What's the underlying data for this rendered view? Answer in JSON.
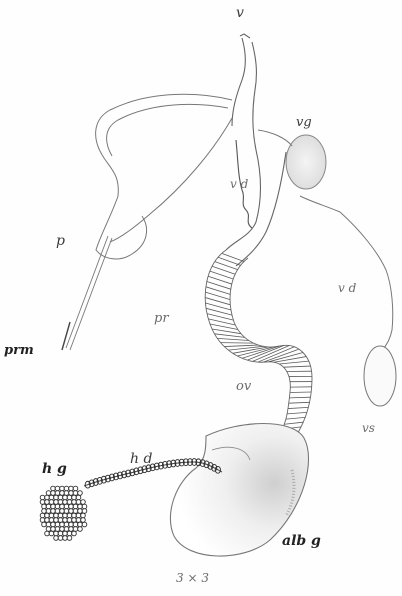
{
  "figure": {
    "labels": {
      "v": "v",
      "vg": "vg",
      "vd_upper": "v d",
      "p": "p",
      "vd_right": "v d",
      "pr": "pr",
      "prm": "prm",
      "ov": "ov",
      "vs": "vs",
      "hg": "h g",
      "hd": "h d",
      "albg": "alb g",
      "scale": "3 × 3"
    },
    "colors": {
      "ink": "#5a5a5a",
      "ink_dark": "#2e2e2e",
      "shade": "#9a9a9a",
      "paper": "#fefefe"
    }
  }
}
